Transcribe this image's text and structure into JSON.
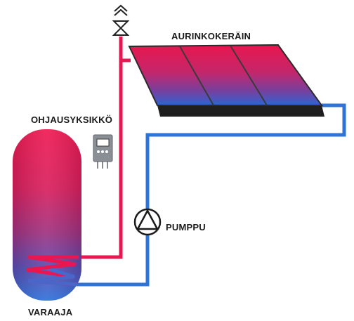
{
  "labels": {
    "collector": "AURINKOKERÄIN",
    "controller": "OHJAUSYKSIKKÖ",
    "pump": "PUMPPU",
    "tank": "VARAAJA"
  },
  "colors": {
    "hot": "#e8174f",
    "cold": "#2e73d8",
    "controller_body": "#8a8f96",
    "frame": "#2b2b2b"
  },
  "icons": {
    "valve": "vent-valve-icon",
    "pump": "pump-icon",
    "controller": "controller-icon"
  }
}
